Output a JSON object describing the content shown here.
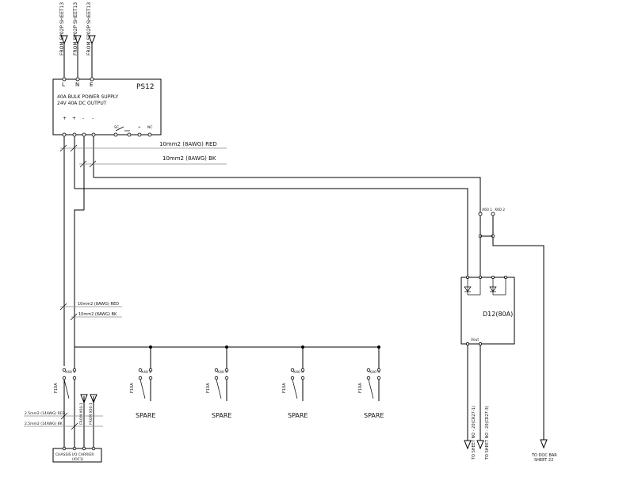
{
  "incoming": {
    "labels": [
      "FROM SP02P SHEET13",
      "FROM SP02P SHEET13",
      "FROM SP02P SHEET13"
    ]
  },
  "ps12": {
    "tag": "PS12",
    "terminals": [
      "L",
      "N",
      "E"
    ],
    "line1": "40A BULK POWER SUPPLY",
    "line2": "24V 40A DC OUTPUT",
    "outputs": [
      "+",
      "+",
      "-",
      "-"
    ],
    "status_terms": [
      "SC",
      "",
      "+",
      "NC"
    ]
  },
  "cables": {
    "red_main": "10mm2 (8AWG) RED",
    "bk_main": "10mm2 (8AWG) BK",
    "red_branch": "10mm2 (8AWG) RED",
    "bk_branch": "10mm2 (8AWG) BK",
    "red_small": "2.5mm2 (14AWG) RED",
    "bk_small": "2.5mm2 (14AWG) BK"
  },
  "fuses": [
    {
      "fuse": "F10A",
      "term": "X40 1",
      "label": ""
    },
    {
      "fuse": "F10A",
      "term": "X40 2",
      "label": "SPARE"
    },
    {
      "fuse": "F10A",
      "term": "X40 3",
      "label": "SPARE"
    },
    {
      "fuse": "F10A",
      "term": "X40 4",
      "label": "SPARE"
    },
    {
      "fuse": "F10A",
      "term": "X40 5",
      "label": "SPARE"
    }
  ],
  "bottom_box": {
    "title": "CHASSIS I/O CARRIER",
    "sub": "(IOC1)",
    "froms": [
      "FROM X50-1",
      "FROM X50-1"
    ]
  },
  "diode": {
    "tag": "D12(80A)",
    "terms": [
      "X60 1",
      "X60 2"
    ],
    "vout": "Vout"
  },
  "outgoing": {
    "left": "TO SHEET NO - 20(CR27-1)",
    "right": "TO SHEET NO - 20(CR27-3)",
    "doc_line1": "TO DOC BAR",
    "doc_line2": "SHEET 22"
  }
}
